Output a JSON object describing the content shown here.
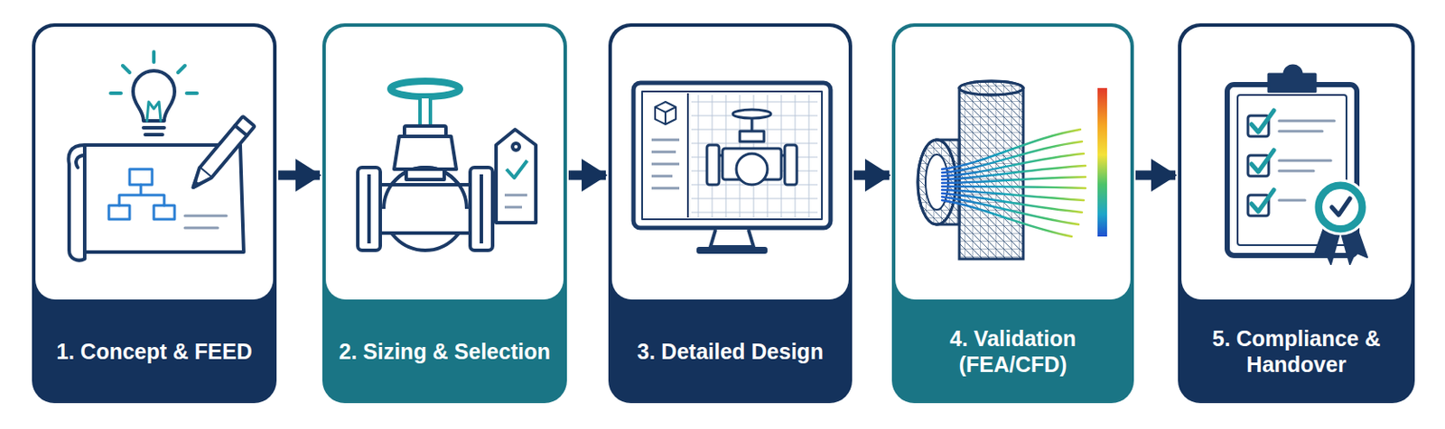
{
  "diagram": {
    "nodes": [
      {
        "text": [
          "1. Concept & FEED"
        ]
      },
      {
        "text": [
          "2. Sizing & Selection"
        ]
      },
      {
        "text": [
          "3. Detailed Design"
        ]
      },
      {
        "text": [
          "4. Validation (FEA/CFD)"
        ]
      },
      {
        "text": [
          "5. Compliance & Handover"
        ]
      }
    ],
    "edges": [
      {
        "from": 0,
        "to": 1,
        "arrow": "to"
      },
      {
        "from": 1,
        "to": 2,
        "arrow": "to"
      },
      {
        "from": 2,
        "to": 3,
        "arrow": "to"
      },
      {
        "from": 3,
        "to": 4,
        "arrow": "to"
      }
    ]
  }
}
